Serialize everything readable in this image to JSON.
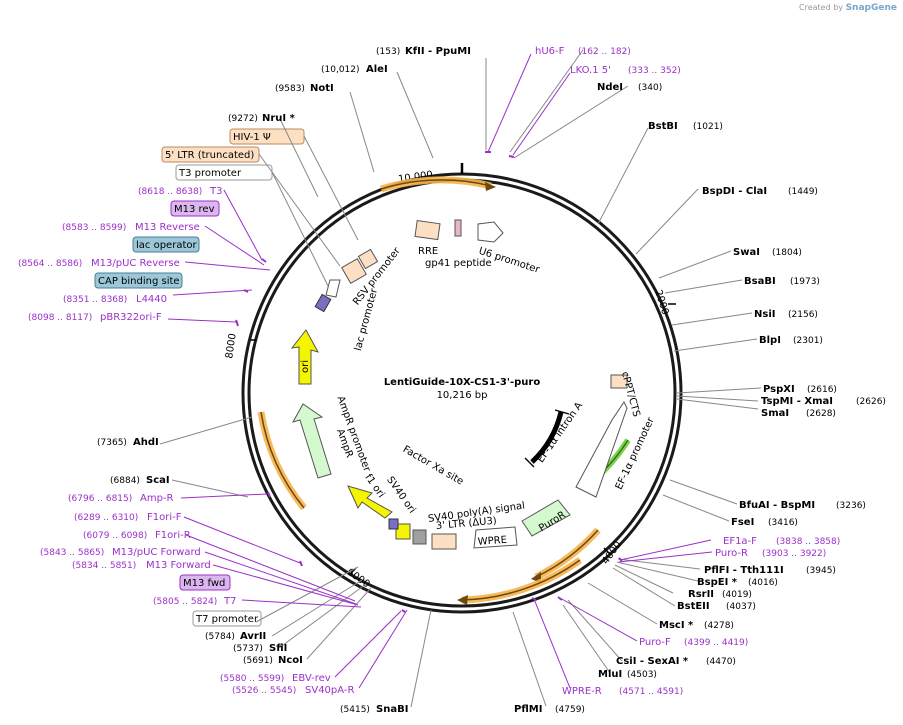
{
  "watermark": {
    "prefix": "Created by",
    "brand": "SnapGene"
  },
  "plasmid": {
    "name": "LentiGuide-10X-CS1-3'-puro",
    "length": "10,216 bp"
  },
  "ticks": [
    "10,000",
    "2000",
    "4000",
    "6000",
    "8000"
  ],
  "colors": {
    "primer": "#9b30c9",
    "enzyme": "#000000",
    "feature_tan": "#fde0c4",
    "promoter_yellow": "#f5f500",
    "ampR_green": "#d4f9cf",
    "orange_arc": "#f7b24a"
  },
  "features": [
    {
      "name": "RRE",
      "kind": "box"
    },
    {
      "name": "gp41 peptide",
      "kind": "box"
    },
    {
      "name": "U6 promoter",
      "kind": "arrow"
    },
    {
      "name": "RSV promoter",
      "kind": "box"
    },
    {
      "name": "lac promoter",
      "kind": "arrow"
    },
    {
      "name": "ori",
      "kind": "arrow"
    },
    {
      "name": "AmpR promoter",
      "kind": "label"
    },
    {
      "name": "AmpR",
      "kind": "arrow"
    },
    {
      "name": "f1 ori",
      "kind": "arrow"
    },
    {
      "name": "SV40 ori",
      "kind": "box"
    },
    {
      "name": "Factor Xa site",
      "kind": "label"
    },
    {
      "name": "SV40 poly(A) signal",
      "kind": "box"
    },
    {
      "name": "3' LTR (ΔU3)",
      "kind": "box"
    },
    {
      "name": "WPRE",
      "kind": "arrow"
    },
    {
      "name": "PuroR",
      "kind": "arrow"
    },
    {
      "name": "EF-1α promoter",
      "kind": "arrow"
    },
    {
      "name": "EF-1α intron A",
      "kind": "bar"
    },
    {
      "name": "cPPT/CTS",
      "kind": "box"
    }
  ],
  "outer_labels": [
    {
      "name": "HIV-1 Ψ",
      "style": "tan"
    },
    {
      "name": "5' LTR (truncated)",
      "style": "tan"
    },
    {
      "name": "T3 promoter",
      "style": "white"
    },
    {
      "name": "M13 rev",
      "style": "purple"
    },
    {
      "name": "lac operator",
      "style": "blue"
    },
    {
      "name": "CAP binding site",
      "style": "blue"
    },
    {
      "name": "M13 fwd",
      "style": "purple"
    },
    {
      "name": "T7 promoter",
      "style": "white"
    }
  ],
  "sites": [
    {
      "pos": "(153)",
      "name": "KfII  - PpuMI",
      "type": "enzyme"
    },
    {
      "pos": "(10,012)",
      "name": "AleI",
      "type": "enzyme"
    },
    {
      "pos": "(9583)",
      "name": "NotI",
      "type": "enzyme"
    },
    {
      "pos": "(9272)",
      "name": "NruI *",
      "type": "enzyme"
    },
    {
      "name": "hU6-F",
      "range": "(162 .. 182)",
      "type": "primer"
    },
    {
      "name": "LKO.1 5'",
      "range": "(333 .. 352)",
      "type": "primer"
    },
    {
      "name": "NdeI",
      "pos": "(340)",
      "type": "enzyme"
    },
    {
      "name": "BstBI",
      "pos": "(1021)",
      "type": "enzyme"
    },
    {
      "name": "BspDI  - ClaI",
      "pos": "(1449)",
      "type": "enzyme"
    },
    {
      "name": "SwaI",
      "pos": "(1804)",
      "type": "enzyme"
    },
    {
      "name": "BsaBI",
      "pos": "(1973)",
      "type": "enzyme"
    },
    {
      "name": "NsiI",
      "pos": "(2156)",
      "type": "enzyme"
    },
    {
      "name": "BlpI",
      "pos": "(2301)",
      "type": "enzyme"
    },
    {
      "name": "PspXI",
      "pos": "(2616)",
      "type": "enzyme"
    },
    {
      "name": "TspMI  - XmaI",
      "pos": "(2626)",
      "type": "enzyme"
    },
    {
      "name": "SmaI",
      "pos": "(2628)",
      "type": "enzyme"
    },
    {
      "name": "BfuAI  - BspMI",
      "pos": "(3236)",
      "type": "enzyme"
    },
    {
      "name": "FseI",
      "pos": "(3416)",
      "type": "enzyme"
    },
    {
      "name": "EF1a-F",
      "range": "(3838 .. 3858)",
      "type": "primer"
    },
    {
      "name": "Puro-R",
      "range": "(3903 .. 3922)",
      "type": "primer"
    },
    {
      "name": "PflFI  - Tth111I",
      "pos": "(3945)",
      "type": "enzyme"
    },
    {
      "name": "BspEI *",
      "pos": "(4016)",
      "type": "enzyme"
    },
    {
      "name": "RsrII",
      "pos": "(4019)",
      "type": "enzyme"
    },
    {
      "name": "BstEII",
      "pos": "(4037)",
      "type": "enzyme"
    },
    {
      "name": "MscI *",
      "pos": "(4278)",
      "type": "enzyme"
    },
    {
      "name": "Puro-F",
      "range": "(4399 .. 4419)",
      "type": "primer"
    },
    {
      "name": "CsiI  - SexAI *",
      "pos": "(4470)",
      "type": "enzyme"
    },
    {
      "name": "MluI",
      "pos": "(4503)",
      "type": "enzyme"
    },
    {
      "name": "WPRE-R",
      "range": "(4571 .. 4591)",
      "type": "primer"
    },
    {
      "name": "PflMI",
      "pos": "(4759)",
      "type": "enzyme"
    },
    {
      "pos": "(5415)",
      "name": "SnaBI",
      "type": "enzyme"
    },
    {
      "pos": "(5526 .. 5545)",
      "name": "SV40pA-R",
      "type": "primer"
    },
    {
      "pos": "(5580 .. 5599)",
      "name": "EBV-rev",
      "type": "primer"
    },
    {
      "pos": "(5691)",
      "name": "NcoI",
      "type": "enzyme"
    },
    {
      "pos": "(5737)",
      "name": "SfiI",
      "type": "enzyme"
    },
    {
      "pos": "(5784)",
      "name": "AvrII",
      "type": "enzyme"
    },
    {
      "pos": "(5805 .. 5824)",
      "name": "T7",
      "type": "primer"
    },
    {
      "pos": "(5834 .. 5851)",
      "name": "M13 Forward",
      "type": "primer"
    },
    {
      "pos": "(5843 .. 5865)",
      "name": "M13/pUC Forward",
      "type": "primer"
    },
    {
      "pos": "(6079 .. 6098)",
      "name": "F1ori-R",
      "type": "primer"
    },
    {
      "pos": "(6289 .. 6310)",
      "name": "F1ori-F",
      "type": "primer"
    },
    {
      "pos": "(6796 .. 6815)",
      "name": "Amp-R",
      "type": "primer"
    },
    {
      "pos": "(6884)",
      "name": "ScaI",
      "type": "enzyme"
    },
    {
      "pos": "(7365)",
      "name": "AhdI",
      "type": "enzyme"
    },
    {
      "pos": "(8098 .. 8117)",
      "name": "pBR322ori-F",
      "type": "primer"
    },
    {
      "pos": "(8351 .. 8368)",
      "name": "L4440",
      "type": "primer"
    },
    {
      "pos": "(8564 .. 8586)",
      "name": "M13/pUC Reverse",
      "type": "primer"
    },
    {
      "pos": "(8583 .. 8599)",
      "name": "M13 Reverse",
      "type": "primer"
    },
    {
      "pos": "(8618 .. 8638)",
      "name": "T3",
      "type": "primer"
    }
  ]
}
